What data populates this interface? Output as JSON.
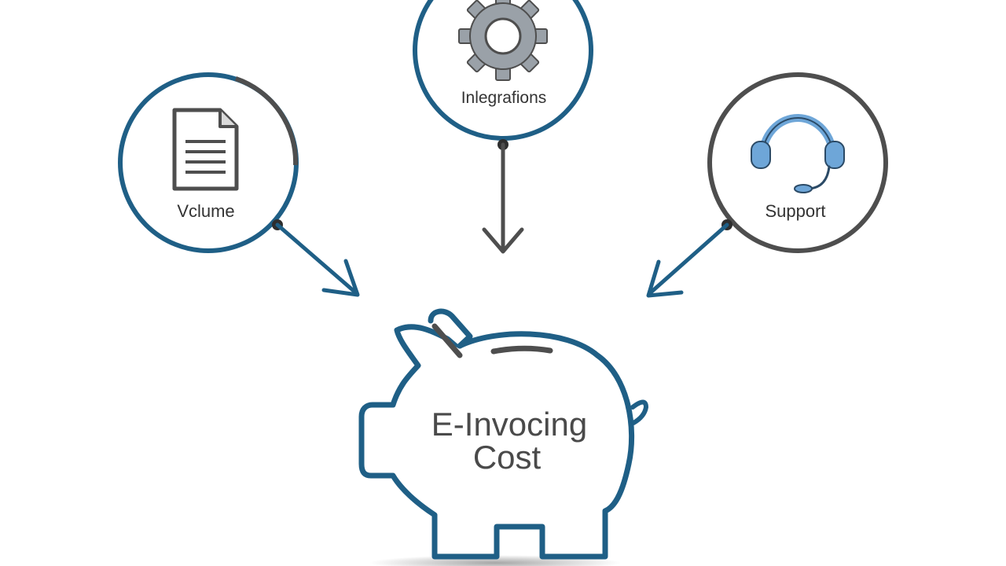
{
  "diagram": {
    "nodes": {
      "volume": {
        "label": "Vclume",
        "icon": "document-icon"
      },
      "integrations": {
        "label": "Inlegrafions",
        "icon": "gear-icon"
      },
      "support": {
        "label": "Support",
        "icon": "headset-icon"
      }
    },
    "center": {
      "label_line1": "E-Invocing",
      "label_line2": "Cost",
      "icon": "piggy-bank-icon"
    },
    "colors": {
      "blue": "#1f5f86",
      "dark": "#4e4e4e",
      "gear_gray": "#9aa1a8",
      "headset_blue": "#6ea6d8"
    }
  }
}
